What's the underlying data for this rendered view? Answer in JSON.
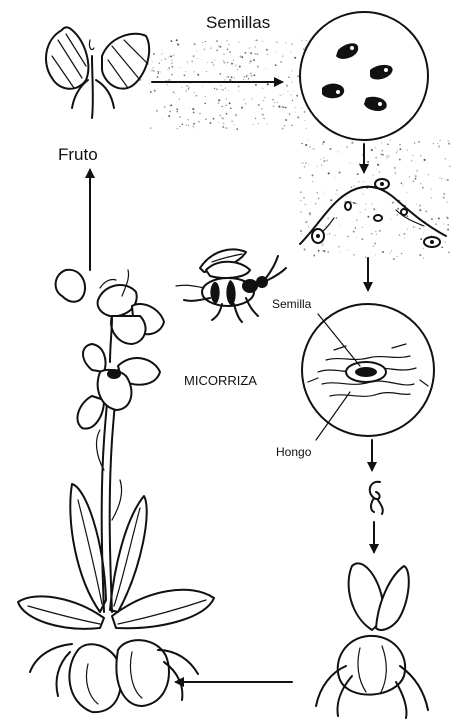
{
  "labels": {
    "semillas": "Semillas",
    "fruto": "Fruto",
    "semilla": "Semilla",
    "micorriza": "MICORRIZA",
    "hongo": "Hongo"
  },
  "colors": {
    "ink": "#111111",
    "background": "#ffffff"
  }
}
